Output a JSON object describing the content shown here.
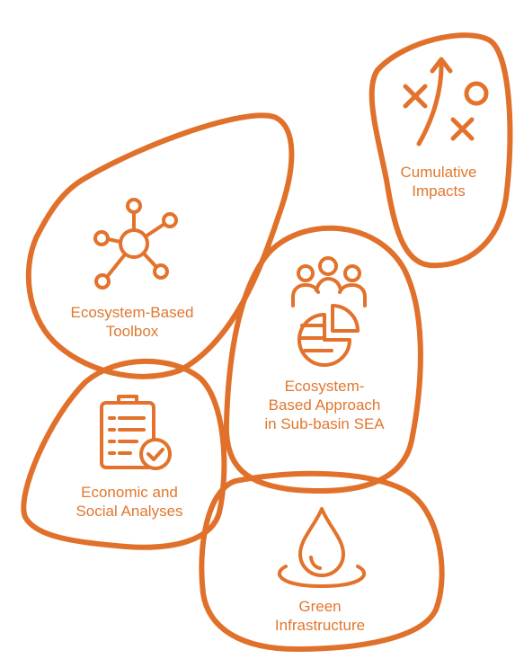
{
  "colors": {
    "blob_stroke": "#e0702a",
    "icon_stroke": "#e2722c",
    "text": "#e0782f",
    "background": "#ffffff"
  },
  "nodes": [
    {
      "id": "cumulative",
      "label": "Cumulative\nImpacts",
      "icon": "strategy-play-icon"
    },
    {
      "id": "toolbox",
      "label": "Ecosystem-Based\nToolbox",
      "icon": "network-hub-icon"
    },
    {
      "id": "sea",
      "label": "Ecosystem-\nBased Approach\nin Sub-basin SEA",
      "icon": "people-pie-chart-icon"
    },
    {
      "id": "econ",
      "label": "Economic and\nSocial Analyses",
      "icon": "checklist-clipboard-icon"
    },
    {
      "id": "green",
      "label": "Green\nInfrastructure",
      "icon": "water-drop-icon"
    }
  ]
}
